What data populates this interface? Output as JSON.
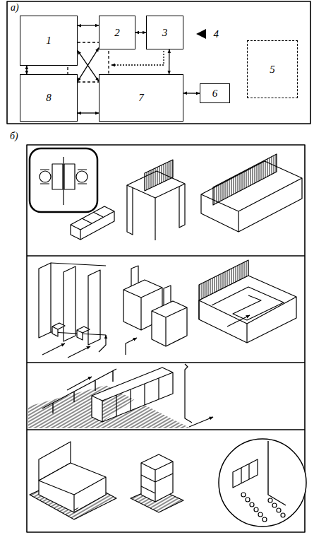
{
  "diagram": {
    "nodes": [
      {
        "text": [
          "1"
        ]
      },
      {
        "text": [
          "2"
        ]
      },
      {
        "text": [
          "3"
        ]
      },
      {
        "text": [
          "4"
        ]
      },
      {
        "text": [
          "5"
        ]
      },
      {
        "text": [
          "8"
        ]
      },
      {
        "text": [
          "7"
        ]
      },
      {
        "text": [
          "6"
        ]
      }
    ],
    "edges": [
      {
        "from": 0,
        "to": 1,
        "arrow": "both"
      },
      {
        "from": 1,
        "to": 2,
        "arrow": "both"
      },
      {
        "from": 0,
        "to": 5,
        "arrow": "both"
      },
      {
        "from": 2,
        "to": 6,
        "arrow": "both"
      },
      {
        "from": 5,
        "to": 6,
        "arrow": "both"
      },
      {
        "from": 6,
        "to": 7,
        "arrow": "both"
      },
      {
        "from": 0,
        "to": 6,
        "arrow": "both"
      },
      {
        "from": 1,
        "to": 5,
        "arrow": "both"
      }
    ],
    "labels": [
      "а)",
      "б)"
    ]
  }
}
